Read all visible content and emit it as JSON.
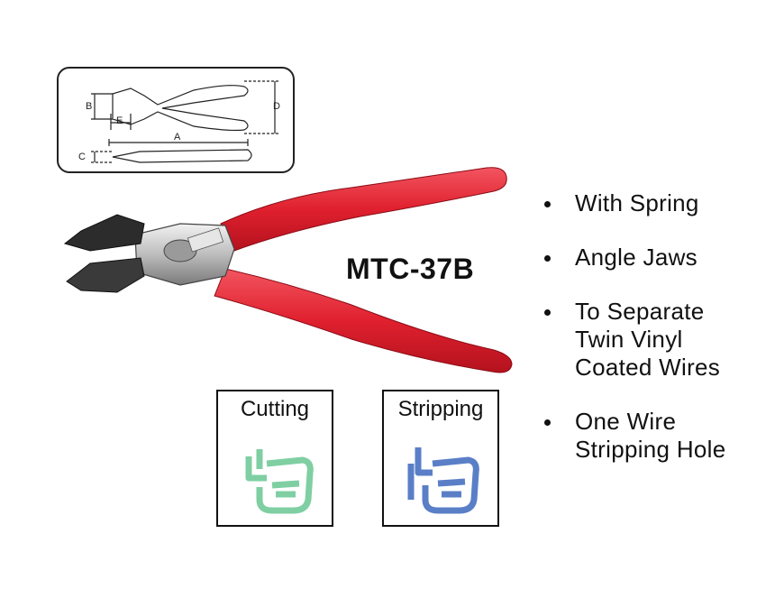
{
  "diagram": {
    "labels": [
      "A",
      "B",
      "C",
      "D",
      "E"
    ]
  },
  "product": {
    "model": "MTC-37B"
  },
  "features": [
    {
      "label": "Cutting",
      "icon": "cutting-hand-icon",
      "color": "#7fcfa3"
    },
    {
      "label": "Stripping",
      "icon": "stripping-hand-icon",
      "color": "#5a7fc7"
    }
  ],
  "bullets": [
    {
      "lines": [
        "With Spring"
      ]
    },
    {
      "lines": [
        "Angle Jaws"
      ]
    },
    {
      "lines": [
        "To Separate",
        "Twin Vinyl",
        "Coated Wires"
      ]
    },
    {
      "lines": [
        "One Wire",
        "Stripping Hole"
      ]
    }
  ],
  "colors": {
    "handle": "#e0202e",
    "metal": "#c9c9c9",
    "border": "#222222"
  }
}
